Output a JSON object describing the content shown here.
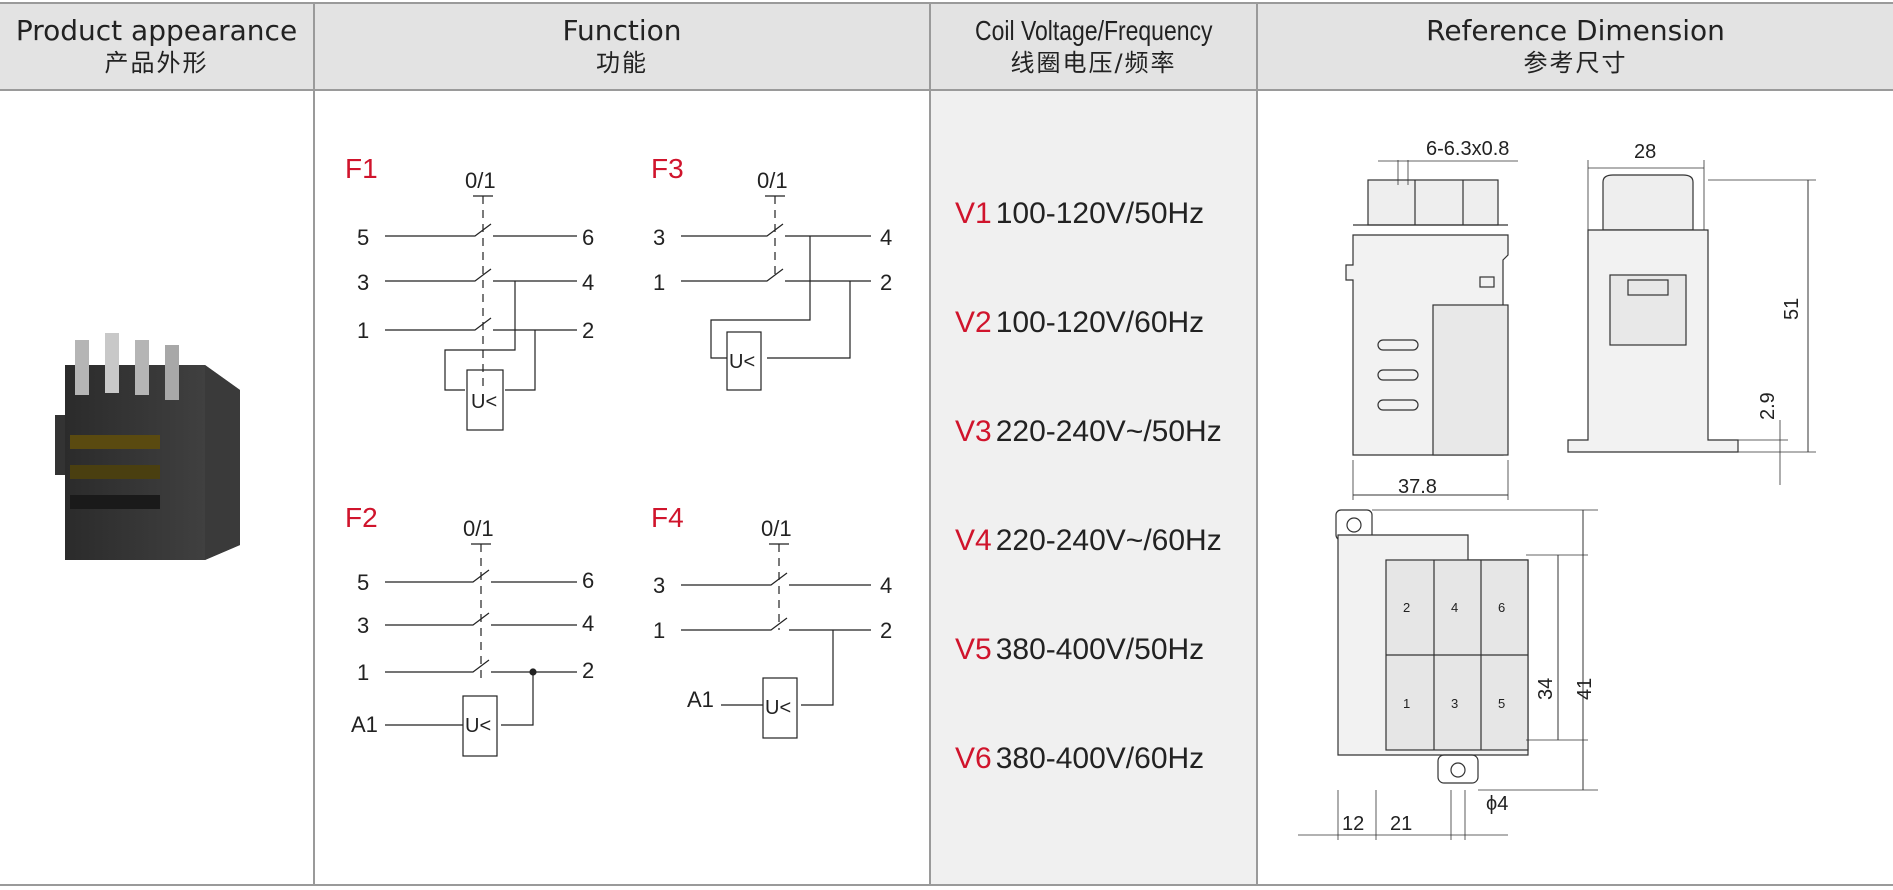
{
  "headers": {
    "product": {
      "en": "Product appearance",
      "zh": "产品外形"
    },
    "function": {
      "en": "Function",
      "zh": "功能"
    },
    "coil": {
      "en": "Coil Voltage/Frequency",
      "zh": "线圈电压/频率"
    },
    "dimension": {
      "en": "Reference Dimension",
      "zh": "参考尺寸"
    }
  },
  "functions": {
    "f1": {
      "label": "F1",
      "top": "0/1",
      "rows": [
        "5",
        "3",
        "1"
      ],
      "right": [
        "6",
        "4",
        "2"
      ],
      "coil": "U<"
    },
    "f3": {
      "label": "F3",
      "top": "0/1",
      "rows": [
        "3",
        "1"
      ],
      "right": [
        "4",
        "2"
      ],
      "coil": "U<"
    },
    "f2": {
      "label": "F2",
      "top": "0/1",
      "rows": [
        "5",
        "3",
        "1",
        "A1"
      ],
      "right": [
        "6",
        "4",
        "2"
      ],
      "coil": "U<"
    },
    "f4": {
      "label": "F4",
      "top": "0/1",
      "rows": [
        "3",
        "1",
        "A1"
      ],
      "right": [
        "4",
        "2"
      ],
      "coil": "U<"
    }
  },
  "coil_voltages": [
    {
      "code": "V1",
      "value": "100-120V/50Hz"
    },
    {
      "code": "V2",
      "value": "100-120V/60Hz"
    },
    {
      "code": "V3",
      "value": "220-240V~/50Hz"
    },
    {
      "code": "V4",
      "value": "220-240V~/60Hz"
    },
    {
      "code": "V5",
      "value": "380-400V/50Hz"
    },
    {
      "code": "V6",
      "value": "380-400V/60Hz"
    }
  ],
  "dimensions": {
    "terminal": "6-6.3x0.8",
    "width": "28",
    "height": "51",
    "foot": "2.9",
    "depth": "37.8",
    "mount_h1": "34",
    "mount_h2": "41",
    "mount_w1": "12",
    "mount_w2": "21",
    "hole": "ϕ4",
    "term_nums": [
      "2",
      "4",
      "6",
      "1",
      "3",
      "5"
    ]
  },
  "colors": {
    "accent": "#d0142c",
    "header_bg": "#e3e3e3",
    "coil_bg": "#f0f0f0",
    "line": "#9a9a9a"
  }
}
